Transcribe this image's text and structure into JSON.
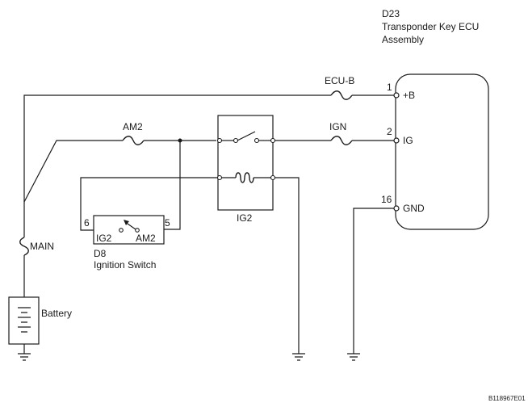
{
  "ecu": {
    "code": "D23",
    "name_line1": "Transponder Key ECU",
    "name_line2": "Assembly",
    "pins": [
      {
        "num": "1",
        "name": "+B"
      },
      {
        "num": "2",
        "name": "IG"
      },
      {
        "num": "16",
        "name": "GND"
      }
    ]
  },
  "fuses": {
    "ecu_b": "ECU-B",
    "am2": "AM2",
    "ign": "IGN",
    "main": "MAIN"
  },
  "relay": {
    "label": "IG2"
  },
  "ignition_switch": {
    "code": "D8",
    "name": "Ignition Switch",
    "pin_left": "6",
    "pin_right": "5",
    "contact_left": "IG2",
    "contact_right": "AM2"
  },
  "battery": {
    "label": "Battery"
  },
  "figure_ref": "B118967E01"
}
